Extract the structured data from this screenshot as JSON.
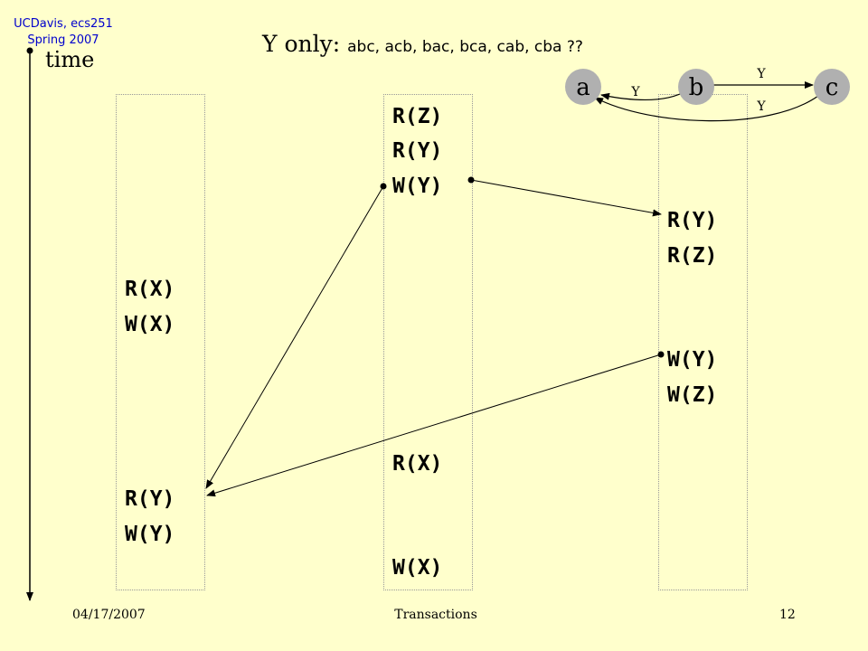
{
  "header": {
    "course_line1": "UCDavis, ecs251",
    "course_line2": "Spring 2007",
    "time_label": "time",
    "title_prefix": "Y only:",
    "title_orders": "abc, acb, bac, bca, cab, cba ??"
  },
  "transactions": {
    "left": [
      "R(X)",
      "W(X)",
      "R(Y)",
      "W(Y)"
    ],
    "middle": [
      "R(Z)",
      "R(Y)",
      "W(Y)",
      "R(X)",
      "W(X)"
    ],
    "right": [
      "R(Y)",
      "R(Z)",
      "W(Y)",
      "W(Z)"
    ]
  },
  "graph": {
    "nodes": [
      "a",
      "b",
      "c"
    ],
    "edge_labels": [
      "Y",
      "Y",
      "Y"
    ]
  },
  "footer": {
    "date": "04/17/2007",
    "topic": "Transactions",
    "page": "12"
  },
  "colors": {
    "background": "#ffffcc",
    "node_fill": "#b0b0b0",
    "corner_text": "#0000cc"
  }
}
